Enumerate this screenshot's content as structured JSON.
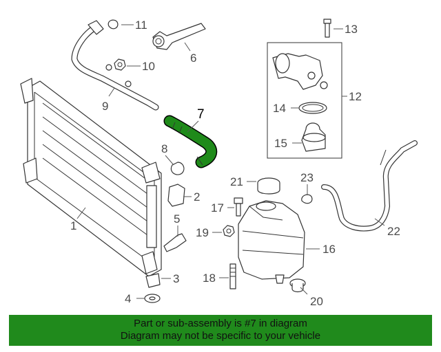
{
  "callouts": {
    "c1": "1",
    "c2": "2",
    "c3": "3",
    "c4": "4",
    "c5": "5",
    "c6": "6",
    "c7": "7",
    "c8": "8",
    "c9": "9",
    "c10": "10",
    "c11": "11",
    "c12": "12",
    "c13": "13",
    "c14": "14",
    "c15": "15",
    "c16": "16",
    "c17": "17",
    "c18": "18",
    "c19": "19",
    "c20": "20",
    "c21": "21",
    "c22": "22",
    "c23": "23"
  },
  "highlight_color": "#1f8a1a",
  "banner": {
    "line1": "Part or sub-assembly is #7 in diagram",
    "line2": "Diagram may not be specific to your vehicle",
    "background": "#208a1c"
  }
}
